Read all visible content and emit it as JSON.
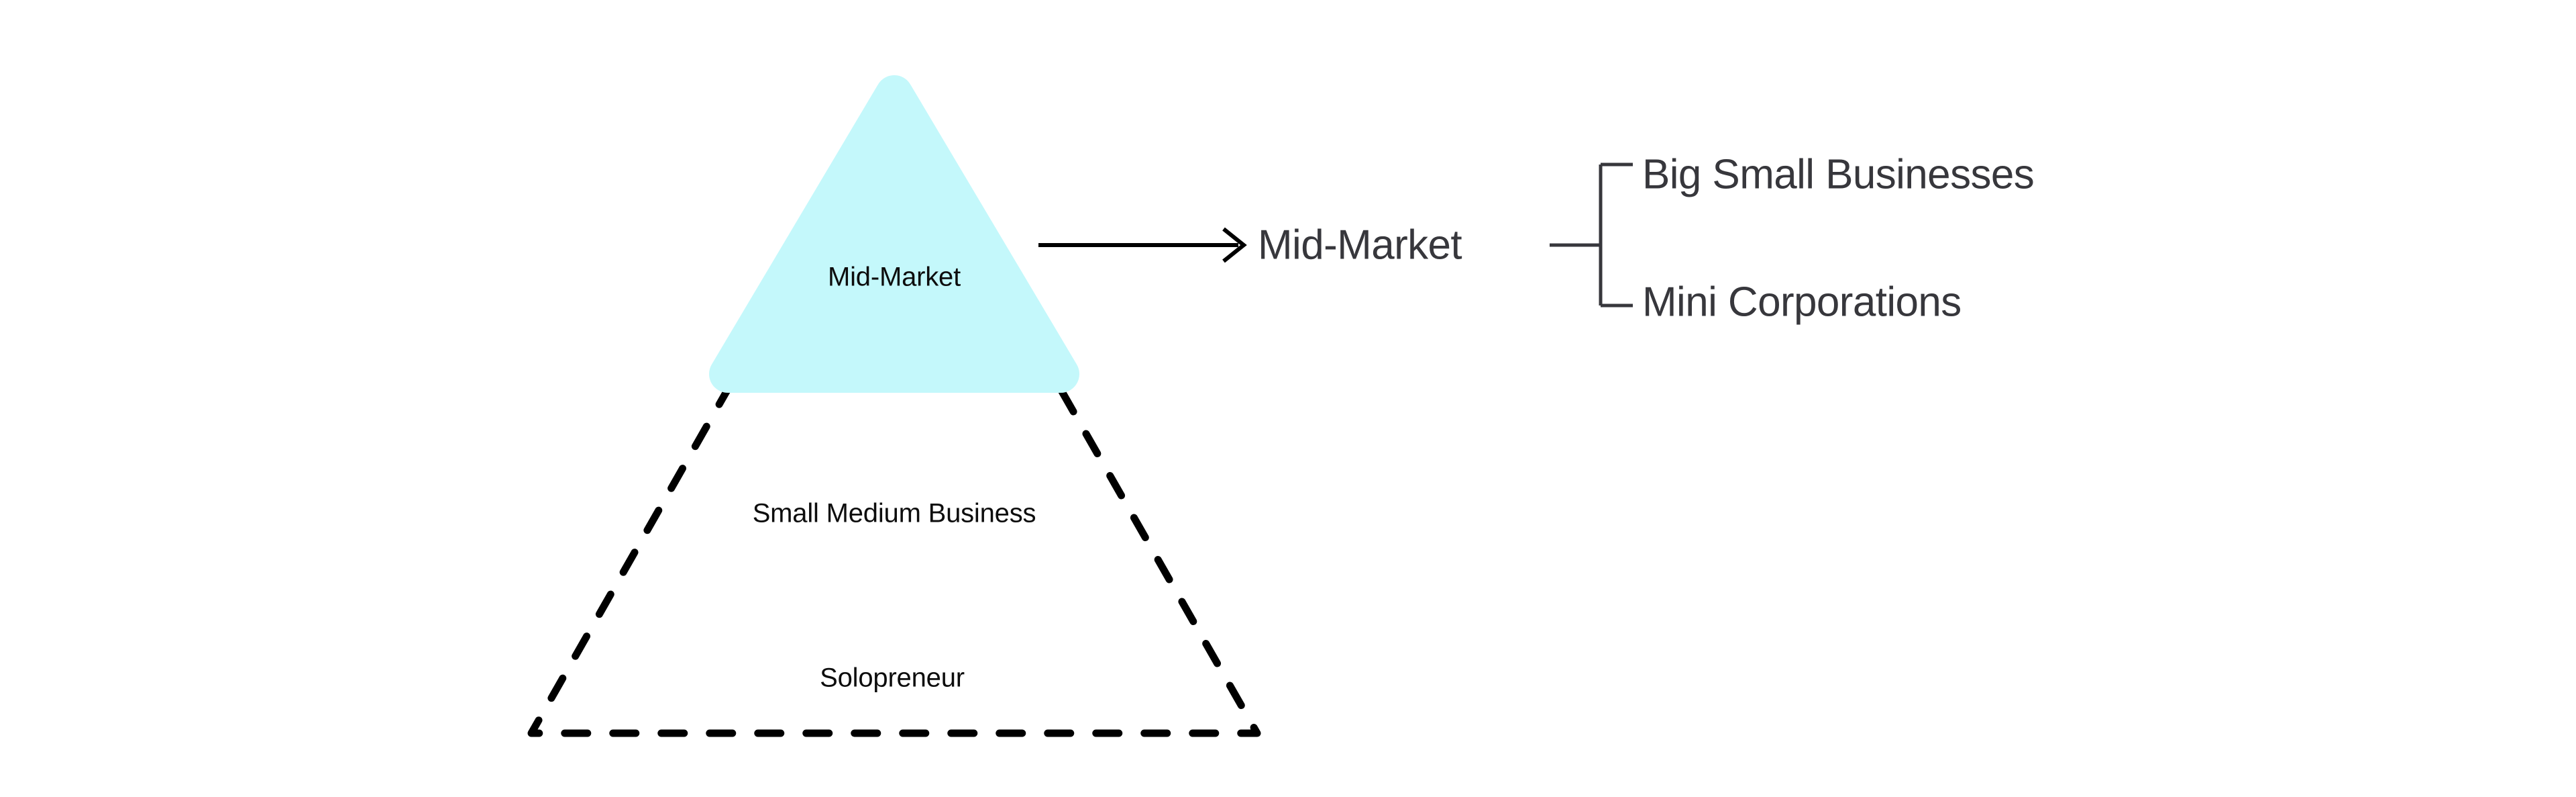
{
  "diagram": {
    "type": "pyramid-with-callout",
    "background_color": "#ffffff",
    "pyramid": {
      "outline_style": "dashed",
      "outline_color": "#000000",
      "tiers": [
        {
          "id": "tier-top",
          "label": "Mid-Market",
          "highlighted": true,
          "fill_color": "#c4f8fb",
          "text_color": "#0d0d0d"
        },
        {
          "id": "tier-middle",
          "label": "Small Medium Business",
          "highlighted": false,
          "fill_color": "none",
          "text_color": "#0d0d0d"
        },
        {
          "id": "tier-bottom",
          "label": "Solopreneur",
          "highlighted": false,
          "fill_color": "none",
          "text_color": "#0d0d0d"
        }
      ]
    },
    "connector": {
      "kind": "arrow",
      "direction": "right",
      "color": "#000000",
      "source_tier": "tier-top"
    },
    "callout": {
      "title": "Mid-Market",
      "title_color": "#37373c",
      "bracket_color": "#37373c",
      "branches": [
        {
          "label": "Big Small Businesses"
        },
        {
          "label": "Mini Corporations"
        }
      ]
    }
  }
}
